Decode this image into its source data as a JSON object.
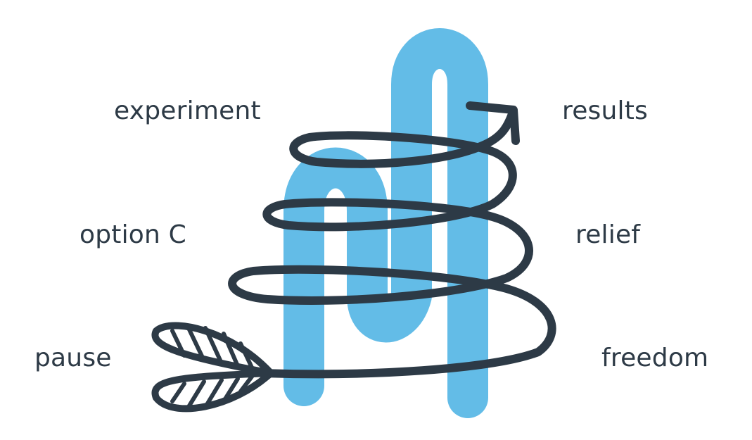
{
  "labels": {
    "left": {
      "experiment": "experiment",
      "option_c": "option C",
      "pause": "pause"
    },
    "right": {
      "results": "results",
      "relief": "relief",
      "freedom": "freedom"
    }
  },
  "colors": {
    "text": "#2d3a46",
    "blue_stroke": "#5bb8e6",
    "spiral_stroke": "#2d3a46",
    "background": "#ffffff"
  },
  "icons": {
    "arrow": "spiral-arrow-icon",
    "fletching": "arrow-fletching-icon",
    "blue_line": "blue-zigzag-stroke"
  }
}
